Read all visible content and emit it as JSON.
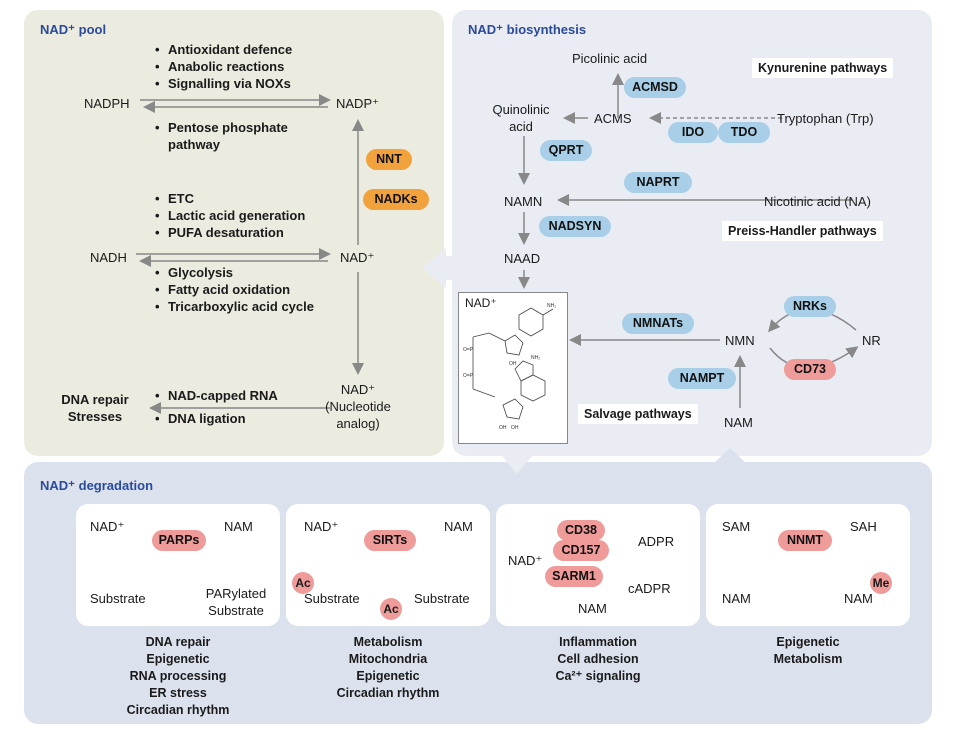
{
  "colors": {
    "pool_bg": "#ecebe0",
    "biosynthesis_bg": "#e9ecf3",
    "degradation_bg": "#dbe2ee",
    "title_blue": "#2a4a9c",
    "enzyme_blue": "#a8cfe7",
    "enzyme_orange": "#f1a23d",
    "enzyme_red": "#ee9b9a"
  },
  "pool": {
    "title": "NAD⁺ pool",
    "nadph": "NADPH",
    "nadp": "NADP⁺",
    "nadh": "NADH",
    "nad": "NAD⁺",
    "nadph_uses": [
      "Antioxidant defence",
      "Anabolic reactions",
      "Signalling via NOXs"
    ],
    "ppp": [
      "Pentose phosphate",
      "pathway"
    ],
    "nadh_uses": [
      "ETC",
      "Lactic acid generation",
      "PUFA desaturation"
    ],
    "nad_sources": [
      "Glycolysis",
      "Fatty acid oxidation",
      "Tricarboxylic acid cycle"
    ],
    "enzymes": {
      "nnt": "NNT",
      "nadks": "NADKs"
    },
    "nad_analog": [
      "NAD⁺",
      "(Nucleotide",
      "analog)"
    ],
    "analog_uses": [
      "NAD-capped RNA",
      "DNA ligation"
    ],
    "outcome": [
      "DNA repair",
      "Stresses"
    ]
  },
  "biosynthesis": {
    "title": "NAD⁺ biosynthesis",
    "kynurenine_label": "Kynurenine pathways",
    "preiss_label": "Preiss-Handler pathways",
    "salvage_label": "Salvage pathways",
    "picolinic": "Picolinic acid",
    "quinolinic": [
      "Quinolinic",
      "acid"
    ],
    "acms": "ACMS",
    "trp": "Tryptophan (Trp)",
    "namn": "NAMN",
    "na": "Nicotinic acid (NA)",
    "naad": "NAAD",
    "nmn": "NMN",
    "nr": "NR",
    "nam": "NAM",
    "molecule_label": "NAD⁺",
    "enzymes": {
      "acmsd": "ACMSD",
      "ido": "IDO",
      "tdo": "TDO",
      "qprt": "QPRT",
      "naprt": "NAPRT",
      "nadsyn": "NADSYN",
      "nmnats": "NMNATs",
      "nrks": "NRKs",
      "cd73": "CD73",
      "nampt": "NAMPT"
    }
  },
  "degradation": {
    "title": "NAD⁺ degradation",
    "cards": [
      {
        "enzyme": "PARPs",
        "in_top": "NAD⁺",
        "out_top": "NAM",
        "in_bottom": "Substrate",
        "out_bottom": [
          "PARylated",
          "Substrate"
        ],
        "roles": [
          "DNA repair",
          "Epigenetic",
          "RNA processing",
          "ER stress",
          "Circadian rhythm"
        ]
      },
      {
        "enzyme": "SIRTs",
        "in_top": "NAD⁺",
        "out_top": "NAM",
        "in_bottom": "Substrate",
        "out_bottom": "Substrate",
        "ac": "Ac",
        "roles": [
          "Metabolism",
          "Mitochondria",
          "Epigenetic",
          "Circadian rhythm"
        ]
      },
      {
        "enzymes": [
          "CD38",
          "CD157",
          "SARM1"
        ],
        "input": "NAD⁺",
        "adpr": "ADPR",
        "cadpr": "cADPR",
        "nam": "NAM",
        "roles": [
          "Inflammation",
          "Cell adhesion",
          "Ca²⁺ signaling"
        ]
      },
      {
        "enzyme": "NNMT",
        "in_top": "SAM",
        "out_top": "SAH",
        "in_bottom": "NAM",
        "out_bottom": "NAM",
        "me": "Me",
        "roles": [
          "Epigenetic",
          "Metabolism"
        ]
      }
    ]
  }
}
